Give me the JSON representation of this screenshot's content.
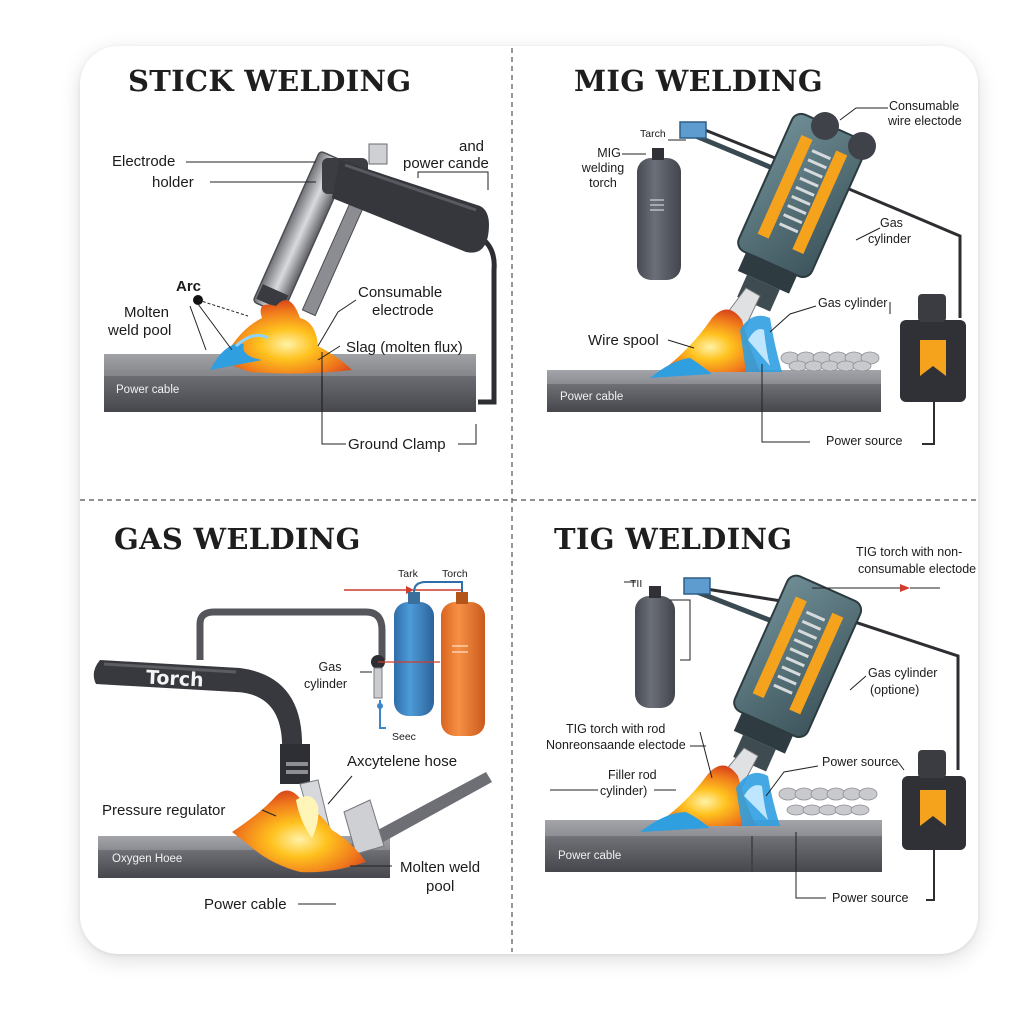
{
  "panels": {
    "stick": {
      "title": "STICK WELDING",
      "labels": {
        "electrode": "Electrode",
        "holder": "holder",
        "power_cable_top_1": "and",
        "power_cable_top_2": "power cande",
        "arc": "Arc",
        "molten_1": "Molten",
        "molten_2": "weld pool",
        "consumable_1": "Consumable",
        "consumable_2": "electrode",
        "slag": "Slag (molten flux)",
        "power_cable": "Power cable",
        "ground_clamp": "Ground Clamp"
      }
    },
    "mig": {
      "title": "MIG WELDING",
      "labels": {
        "tarch": "Tarch",
        "mig_1": "MIG",
        "mig_2": "welding",
        "mig_3": "torch",
        "consumable_1": "Consumable",
        "consumable_2": "wire electode",
        "gas_1": "Gas",
        "gas_2": "cylinder",
        "gas_cylinder": "Gas cylinder",
        "wire_spool": "Wire spool",
        "power_cable": "Power cable",
        "power_source": "Power source"
      }
    },
    "gas": {
      "title": "GAS WELDING",
      "labels": {
        "tark": "Tark",
        "torch_small": "Torch",
        "torch": "Torch",
        "gas_1": "Gas",
        "gas_2": "cylinder",
        "seec": "Seec",
        "acetylene": "Axcytelene hose",
        "pressure": "Pressure regulator",
        "oxygen": "Oxygen Hoee",
        "molten_1": "Molten weld",
        "molten_2": "pool",
        "power_cable": "Power cable"
      }
    },
    "tig": {
      "title": "TIG WELDING",
      "labels": {
        "torch_non_1": "TIG torch with non-",
        "torch_non_2": "consumable electode",
        "tii": "TII",
        "gas_1": "Gas cylinder",
        "gas_2": "(optione)",
        "torch_rod_1": "TIG torch with rod",
        "torch_rod_2": "Nonreonsaande electode",
        "filler_1": "Filler rod",
        "filler_2": "cylinder)",
        "power_source_mid": "Power source",
        "power_cable": "Power cable",
        "power_source": "Power source"
      }
    }
  },
  "colors": {
    "steel_dark": "#3d3f44",
    "plate": "#8f9196",
    "flame_orange": "#f07a1c",
    "flame_yellow": "#ffc21e",
    "spark_blue": "#2f9fe0",
    "oxygen_blue": "#3b86c6",
    "acetylene_orange": "#ec7a32",
    "cylinder_gray": "#5b5f68",
    "accent_orange": "#f5a21d"
  }
}
